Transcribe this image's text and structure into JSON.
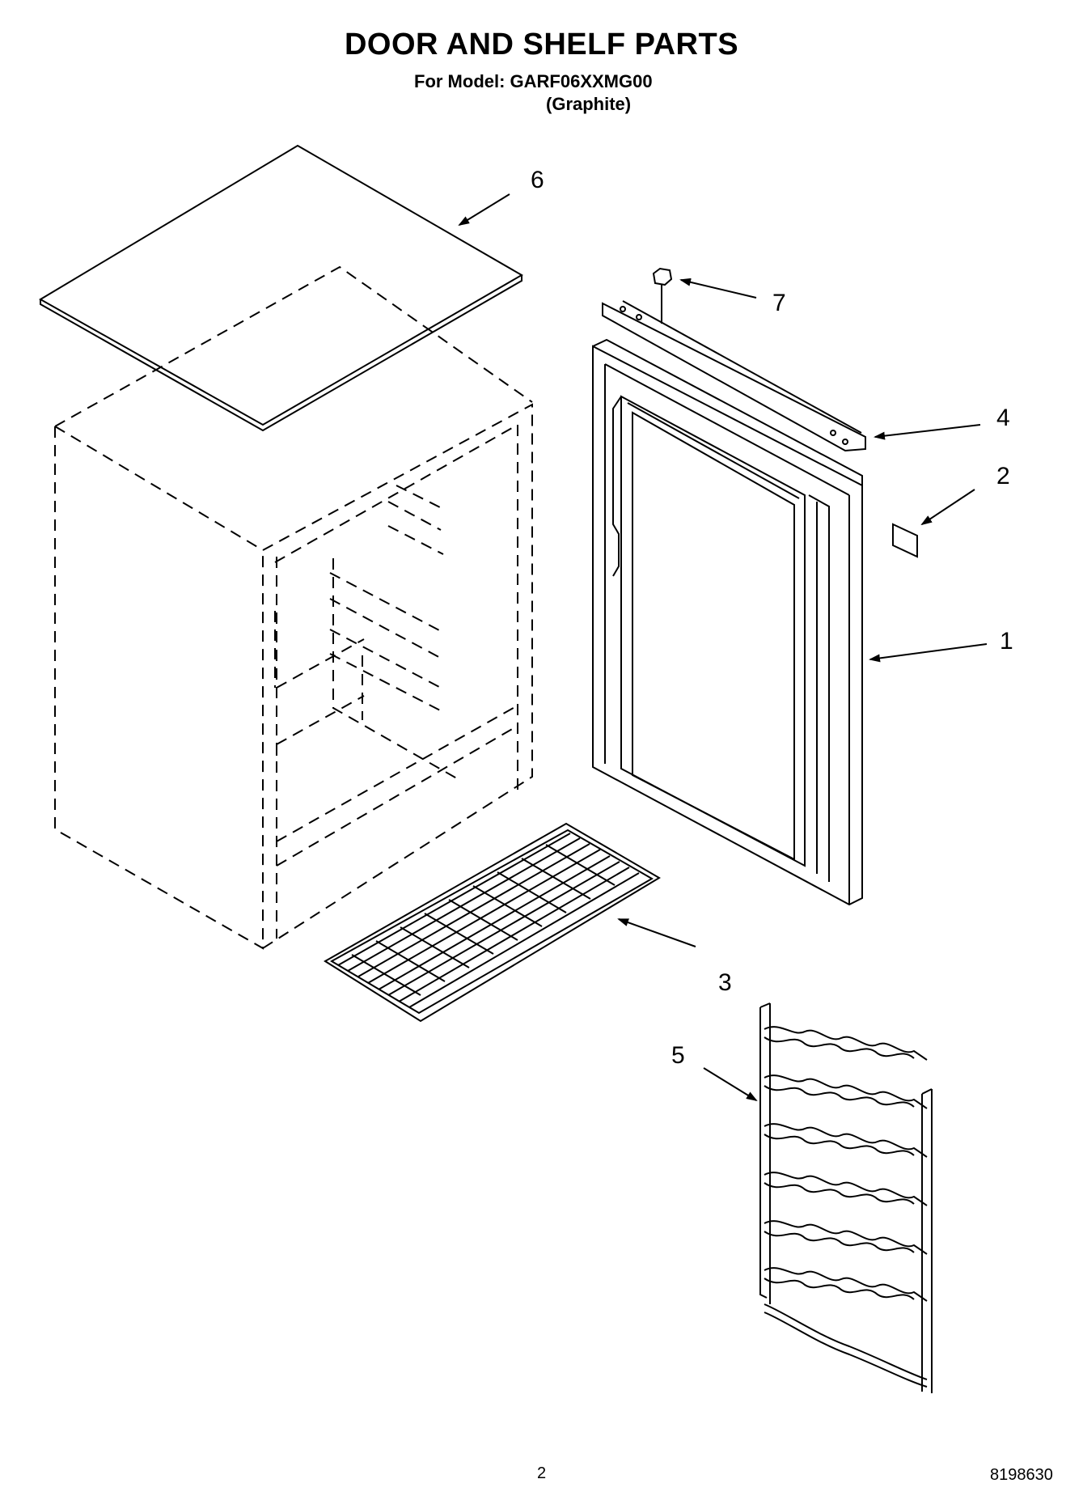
{
  "header": {
    "title": "DOOR AND SHELF PARTS",
    "model_line": "For Model: GARF06XXMG00",
    "color_line": "(Graphite)"
  },
  "callouts": {
    "c1": "1",
    "c2": "2",
    "c3": "3",
    "c4": "4",
    "c5": "5",
    "c6": "6",
    "c7": "7"
  },
  "footer": {
    "page_number": "2",
    "document_number": "8198630"
  },
  "colors": {
    "line": "#000000",
    "background": "#ffffff"
  }
}
